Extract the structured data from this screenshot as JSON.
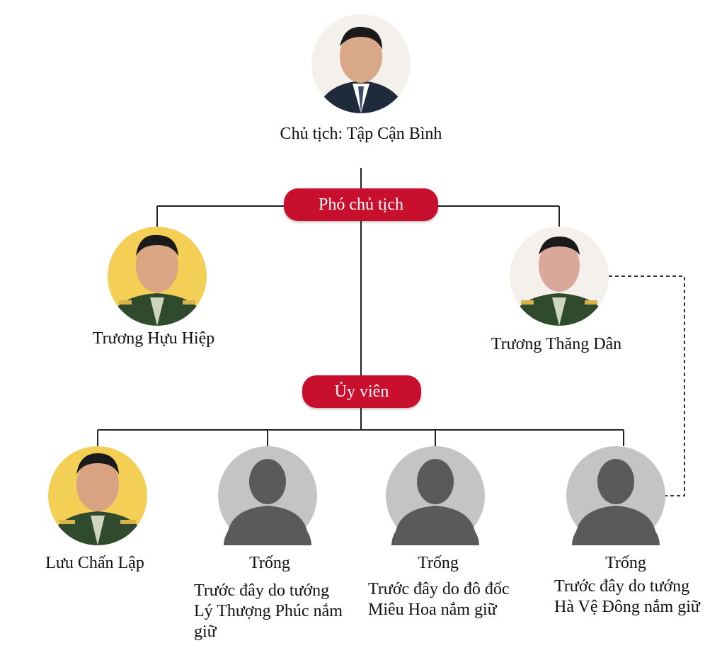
{
  "chairman": {
    "label": "Chủ tịch: Tập Cận Bình"
  },
  "vice_chair_badge": "Phó chủ tịch",
  "member_badge": "Ủy viên",
  "vice_chairs": [
    {
      "name": "Trương Hựu Hiệp"
    },
    {
      "name": "Trương Thăng Dân"
    }
  ],
  "members": [
    {
      "name": "Lưu Chấn Lập",
      "note": ""
    },
    {
      "name": "Trống",
      "note": "Trước đây do tướng Lý Thượng Phúc nắm giữ"
    },
    {
      "name": "Trống",
      "note": "Trước đây do đô đốc Miêu Hoa nắm giữ"
    },
    {
      "name": "Trống",
      "note": "Trước đây do tướng Hà Vệ Đông nắm giữ"
    }
  ],
  "colors": {
    "badge": "#c8102e",
    "line": "#222222",
    "placeholder": "#c4c4c4",
    "silhouette": "#5a5a5a",
    "portrait_bg_yellow": "#f3cf55",
    "portrait_bg_white": "#f4f1ec"
  }
}
